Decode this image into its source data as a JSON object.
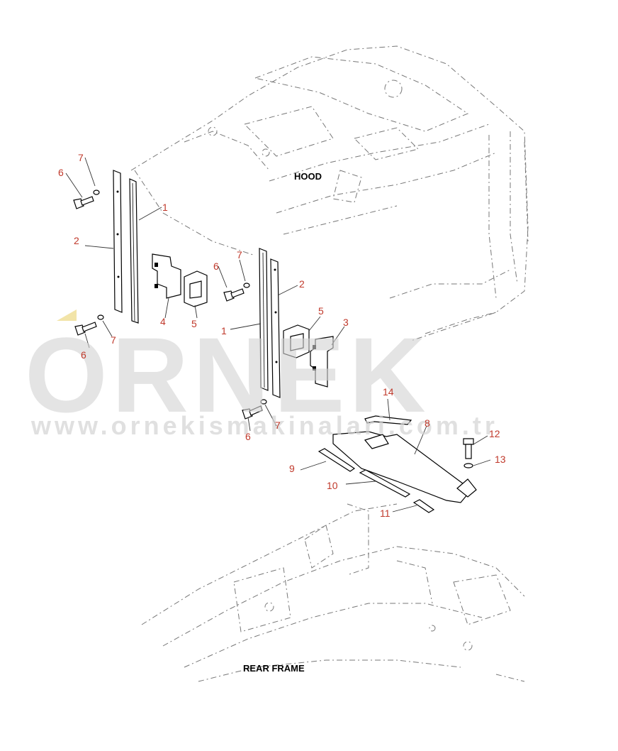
{
  "labels": {
    "hood": "HOOD",
    "rear_frame": "REAR FRAME"
  },
  "watermark": {
    "brand": "ORNEK",
    "url": "www.ornekismakinalari.com.tr"
  },
  "callouts": {
    "c1a": "1",
    "c1b": "1",
    "c2a": "2",
    "c2b": "2",
    "c3": "3",
    "c4": "4",
    "c5a": "5",
    "c5b": "5",
    "c6a": "6",
    "c6b": "6",
    "c6c": "6",
    "c6d": "6",
    "c7a": "7",
    "c7b": "7",
    "c7c": "7",
    "c7d": "7",
    "c8": "8",
    "c9": "9",
    "c10": "10",
    "c11": "11",
    "c12": "12",
    "c13": "13",
    "c14": "14"
  },
  "colors": {
    "callout": "#c0392b",
    "watermark": "#d3d3d3",
    "accent_triangle": "#f2e4a8"
  }
}
